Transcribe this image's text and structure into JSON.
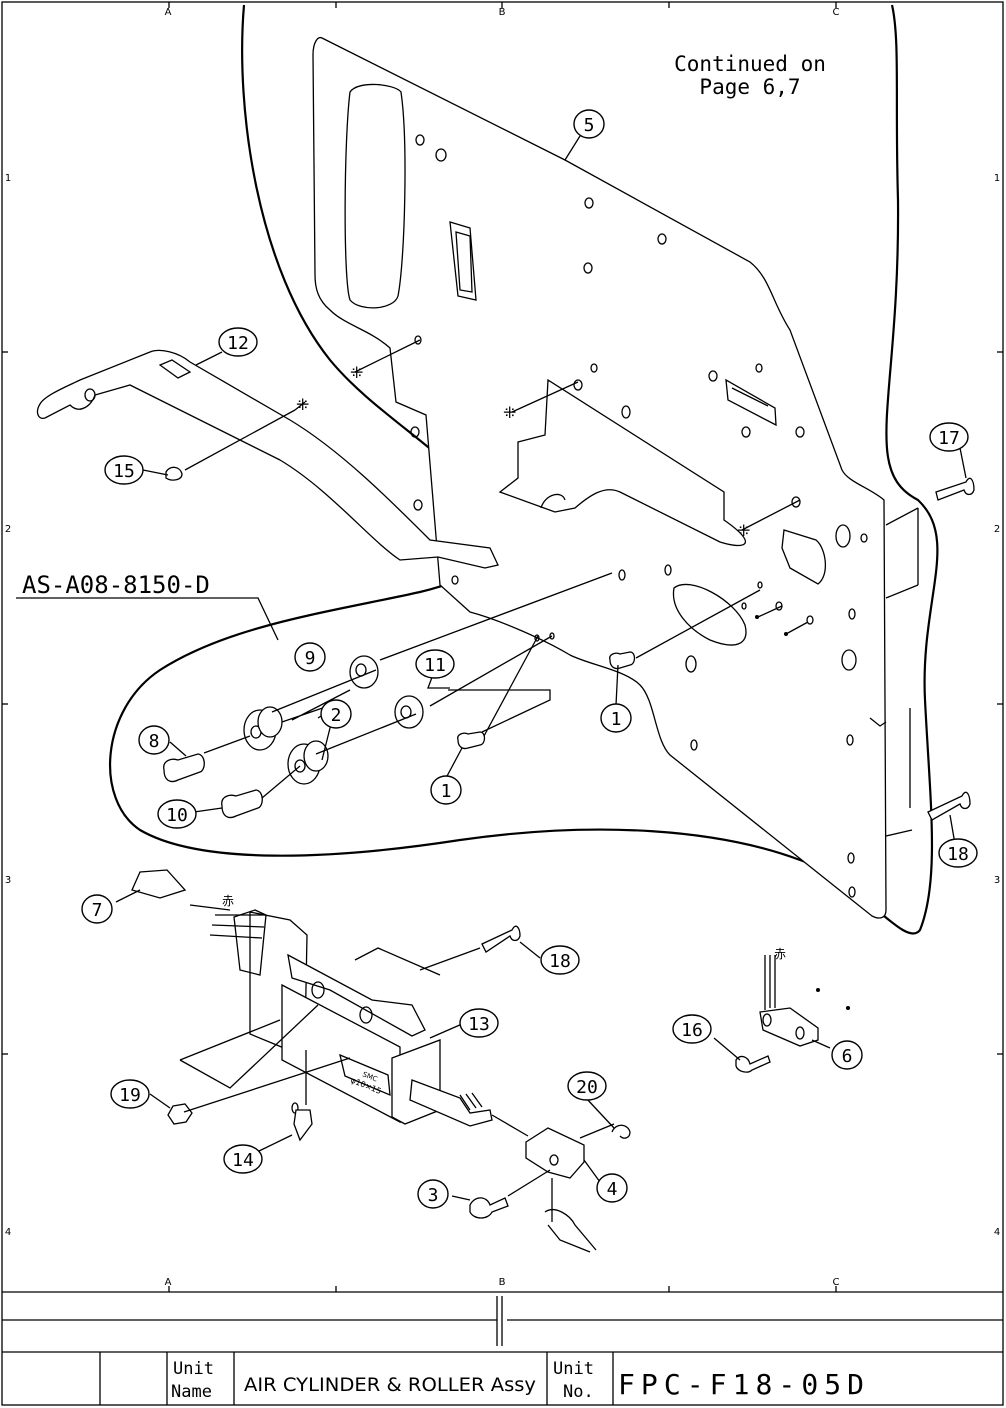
{
  "frame": {
    "columns_top": [
      "A",
      "B",
      "C"
    ],
    "columns_bottom": [
      "A",
      "B",
      "C"
    ],
    "rows_left": [
      "1",
      "2",
      "3",
      "4"
    ],
    "rows_right": [
      "1",
      "2",
      "3",
      "4"
    ]
  },
  "notes": {
    "continued_line1": "Continued on",
    "continued_line2": "Page 6,7",
    "assy_code": "AS-A08-8150-D",
    "red_mark_1": "赤",
    "red_mark_2": "赤",
    "cylinder_label_1": "SMC",
    "cylinder_label_2": "φ10×15"
  },
  "balloons": [
    "5",
    "12",
    "15",
    "17",
    "9",
    "11",
    "2",
    "8",
    "1",
    "10",
    "1",
    "18",
    "7",
    "18",
    "13",
    "16",
    "6",
    "20",
    "19",
    "14",
    "4",
    "3"
  ],
  "title_block": {
    "unit_name_label_1": "Unit",
    "unit_name_label_2": "Name",
    "unit_name": "AIR CYLINDER & ROLLER Assy",
    "unit_no_label_1": "Unit",
    "unit_no_label_2": "No.",
    "unit_no": "FPC-F18-05D"
  }
}
